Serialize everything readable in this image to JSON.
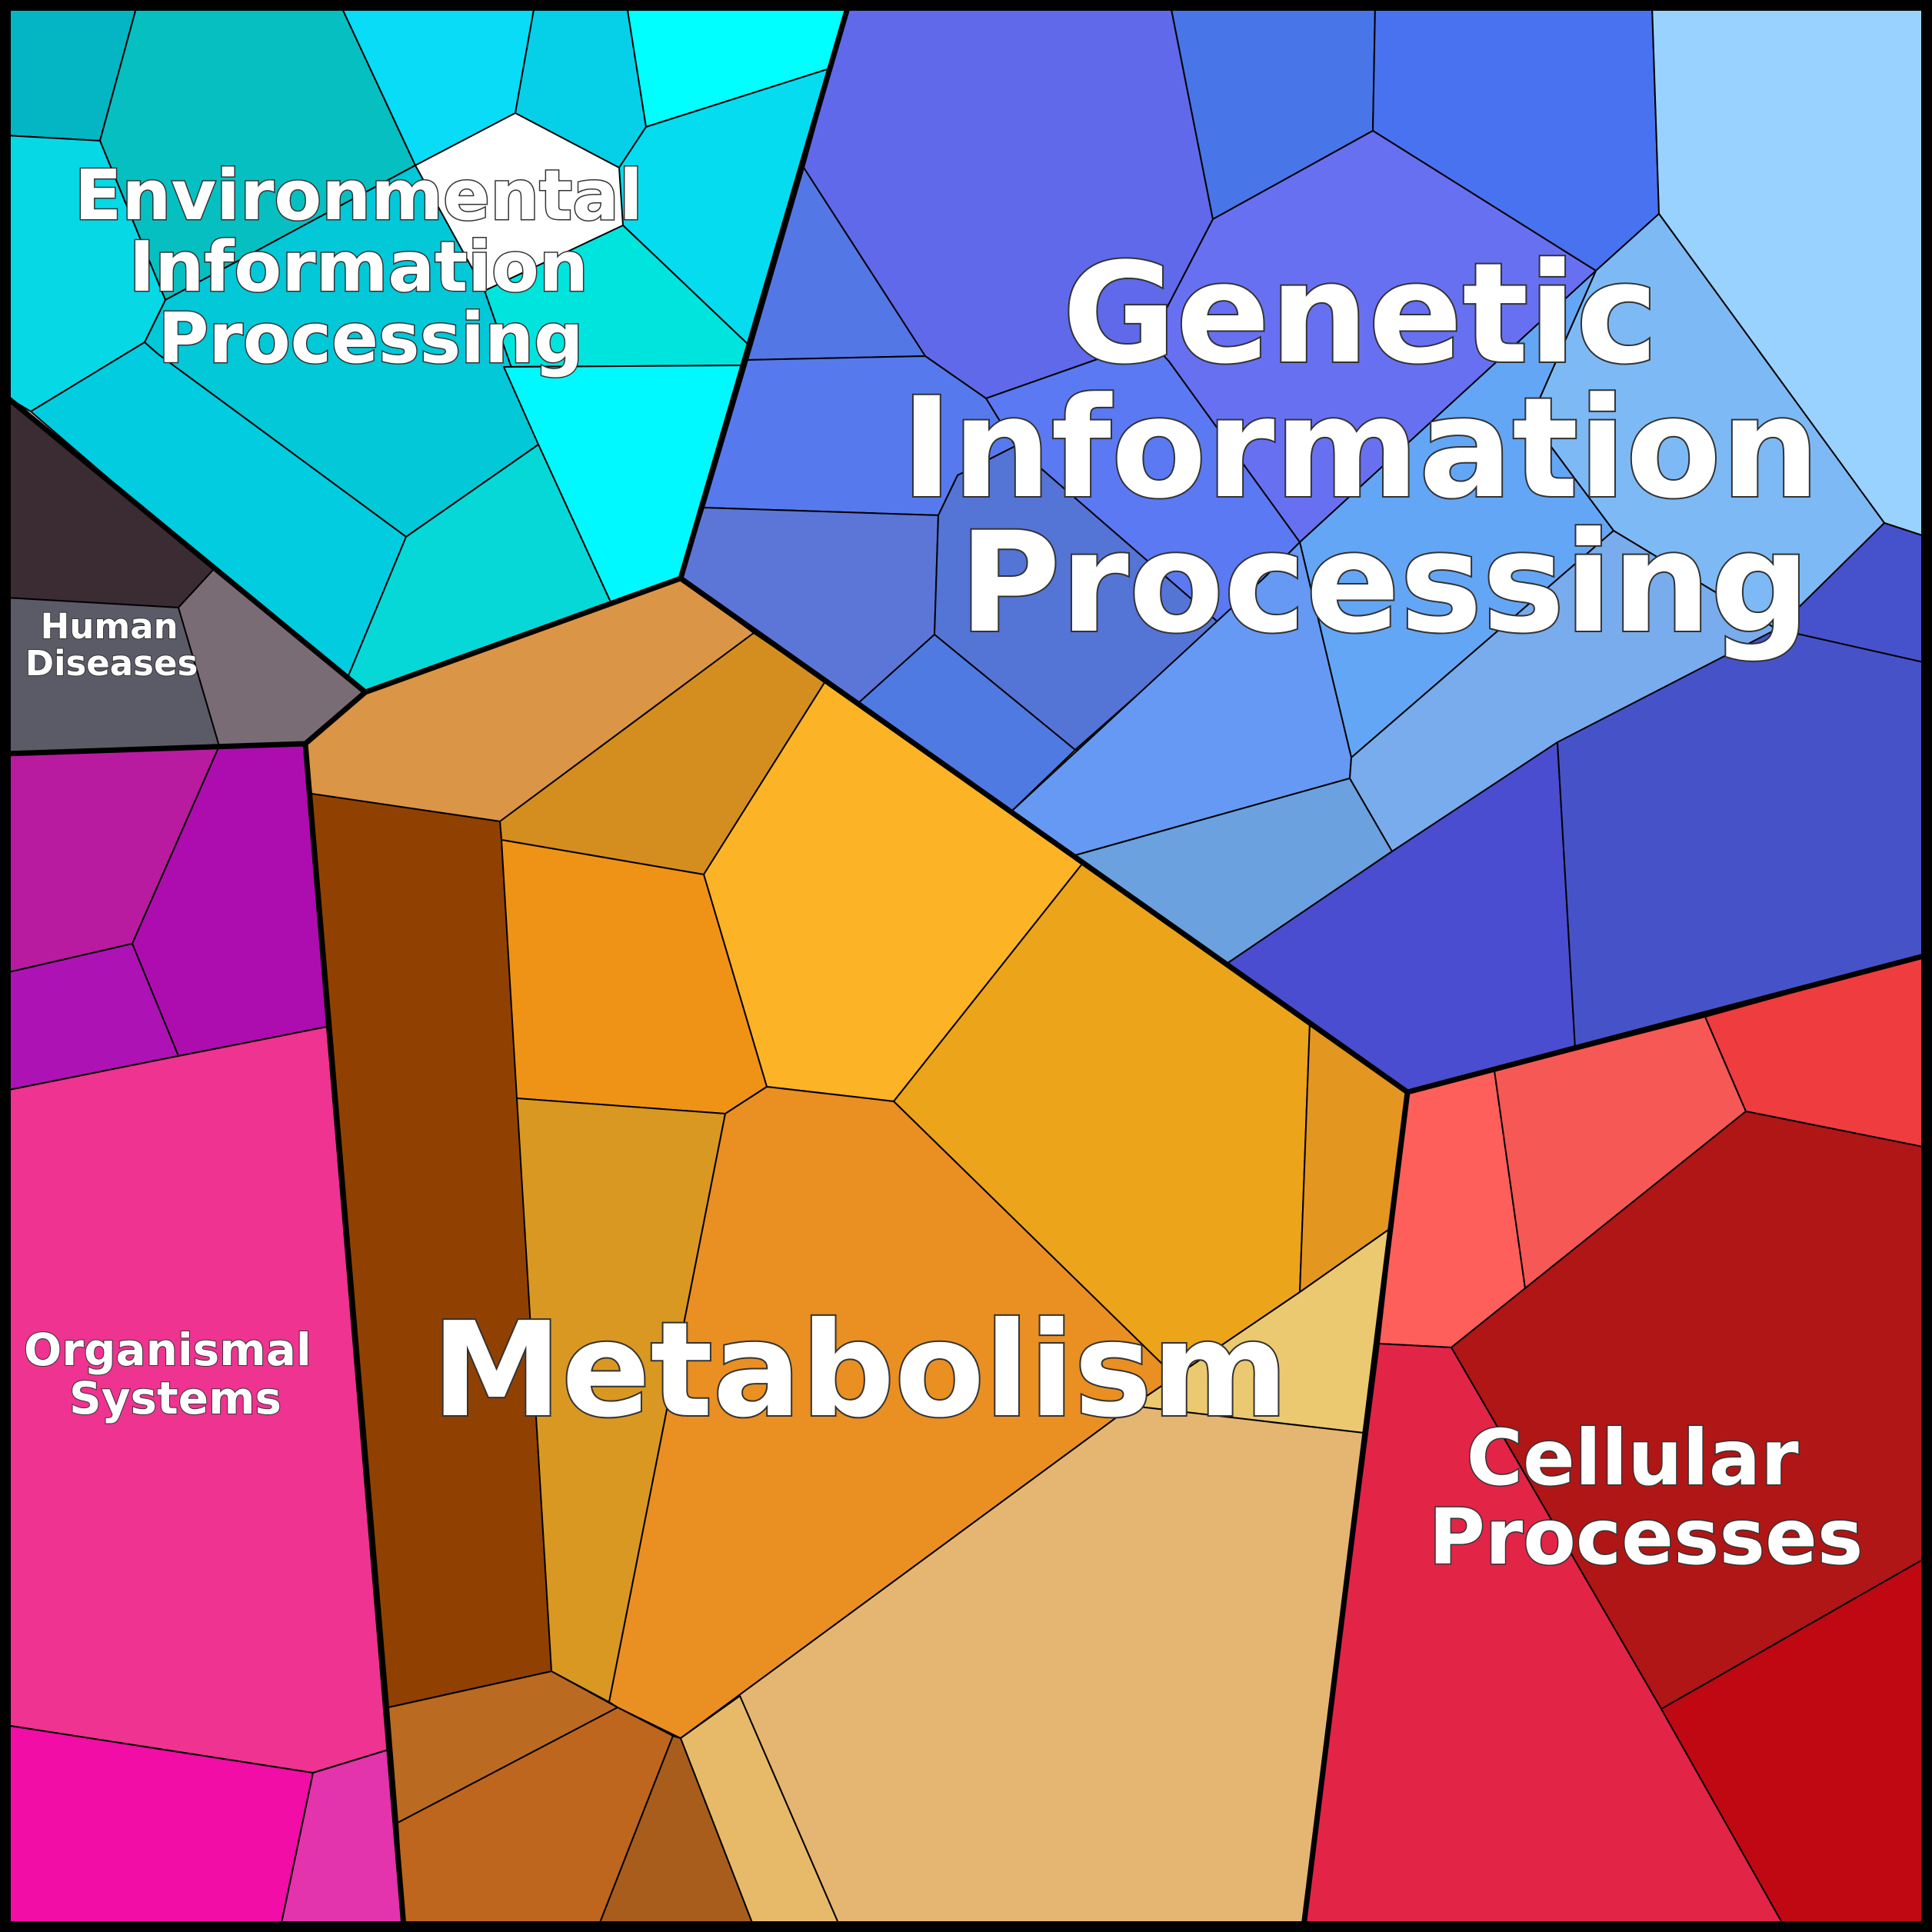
{
  "regions": {
    "environmental": {
      "label_lines": [
        "Environmental",
        "Information",
        "Processing"
      ],
      "colors": [
        "#04b5c4",
        "#06bfc1",
        "#08dcf6",
        "#06d0e8",
        "#00ffff",
        "#06dcf0",
        "#00e4de",
        "#02c8d8",
        "#06d8e6",
        "#02cce0",
        "#00f9ff",
        "#06d8d8"
      ]
    },
    "genetic": {
      "label_lines": [
        "Genetic",
        "Information",
        "Processing"
      ],
      "colors": [
        "#5f69e9",
        "#4875e8",
        "#4872f0",
        "#99d2ff",
        "#5477e6",
        "#6870f2",
        "#5b79f2",
        "#567aee",
        "#5c76d8",
        "#5474d6",
        "#4f7ae2",
        "#5070cf",
        "#7dbaf5",
        "#64a6f6",
        "#6699f4",
        "#6ba1de",
        "#79acec",
        "#4652cc",
        "#4a4dcf",
        "#4653c8"
      ]
    },
    "metabolism": {
      "label_lines": [
        "Metabolism"
      ],
      "colors": [
        "#db9547",
        "#d48e20",
        "#fdb326",
        "#904101",
        "#ef9317",
        "#eca41a",
        "#e39620",
        "#d99822",
        "#ea8f22",
        "#ebc970",
        "#e4b671",
        "#bb6a22",
        "#be661e",
        "#a95d1c",
        "#e7ba6a"
      ]
    },
    "cellular": {
      "label_lines": [
        "Cellular",
        "Processes"
      ],
      "colors": [
        "#ff5f5a",
        "#f55855",
        "#ee3c3f",
        "#b01616",
        "#e22447",
        "#c00812"
      ]
    },
    "organismal": {
      "label_lines": [
        "Organismal",
        "Systems"
      ],
      "colors": [
        "#b81b9f",
        "#ad0daf",
        "#ad13b4",
        "#ee3390",
        "#f10da6",
        "#e333ad"
      ]
    },
    "human": {
      "label_lines": [
        "Human",
        "Diseases"
      ],
      "colors": [
        "#3b2c33",
        "#5b5b68",
        "#7a6c75"
      ]
    }
  },
  "border_color": "#000000",
  "label_color": "#ffffff"
}
